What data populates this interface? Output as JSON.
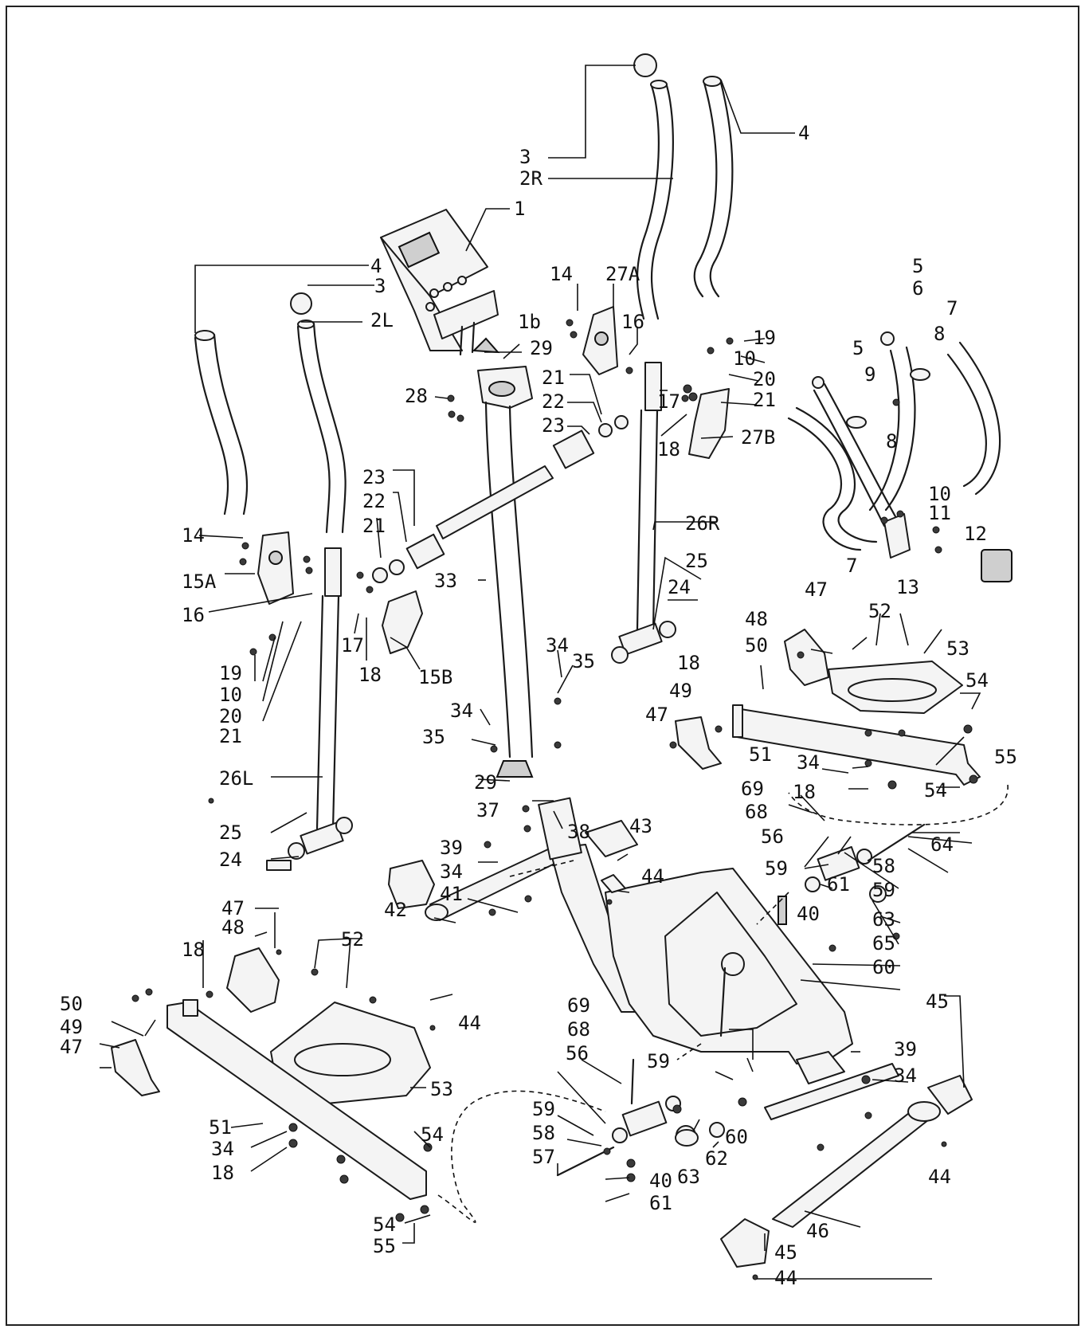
{
  "labels": {
    "l_1": "1",
    "l_1b": "1b",
    "l_2R": "2R",
    "l_2L": "2L",
    "l_3a": "3",
    "l_3b": "3",
    "l_4a": "4",
    "l_4b": "4",
    "l_5a": "5",
    "l_5b": "5",
    "l_6": "6",
    "l_7a": "7",
    "l_7b": "7",
    "l_8a": "8",
    "l_8b": "8",
    "l_9": "9",
    "l_10a": "10",
    "l_10b": "10",
    "l_10c": "10",
    "l_11": "11",
    "l_12": "12",
    "l_13": "13",
    "l_14a": "14",
    "l_14b": "14",
    "l_15A": "15A",
    "l_15B": "15B",
    "l_16a": "16",
    "l_16b": "16",
    "l_17a": "17",
    "l_17b": "17",
    "l_18a": "18",
    "l_18b": "18",
    "l_18c": "18",
    "l_18d": "18",
    "l_18e": "18",
    "l_18f": "18",
    "l_19a": "19",
    "l_19b": "19",
    "l_20a": "20",
    "l_20b": "20",
    "l_21a": "21",
    "l_21b": "21",
    "l_21c": "21",
    "l_21d": "21",
    "l_22a": "22",
    "l_22b": "22",
    "l_23a": "23",
    "l_23b": "23",
    "l_24a": "24",
    "l_24b": "24",
    "l_25a": "25",
    "l_25b": "25",
    "l_26R": "26R",
    "l_26L": "26L",
    "l_27A": "27A",
    "l_27B": "27B",
    "l_28": "28",
    "l_29a": "29",
    "l_29b": "29",
    "l_33": "33",
    "l_34a": "34",
    "l_34b": "34",
    "l_34c": "34",
    "l_34d": "34",
    "l_34e": "34",
    "l_34f": "34",
    "l_35a": "35",
    "l_35b": "35",
    "l_37": "37",
    "l_38": "38",
    "l_39a": "39",
    "l_39b": "39",
    "l_40a": "40",
    "l_40b": "40",
    "l_41": "41",
    "l_42": "42",
    "l_43": "43",
    "l_44a": "44",
    "l_44b": "44",
    "l_44c": "44",
    "l_44d": "44",
    "l_45a": "45",
    "l_45b": "45",
    "l_46": "46",
    "l_47a": "47",
    "l_47b": "47",
    "l_47c": "47",
    "l_47d": "47",
    "l_48a": "48",
    "l_48b": "48",
    "l_49a": "49",
    "l_49b": "49",
    "l_50a": "50",
    "l_50b": "50",
    "l_51a": "51",
    "l_51b": "51",
    "l_52a": "52",
    "l_52b": "52",
    "l_53a": "53",
    "l_53b": "53",
    "l_54a": "54",
    "l_54b": "54",
    "l_54c": "54",
    "l_54d": "54",
    "l_55a": "55",
    "l_55b": "55",
    "l_56a": "56",
    "l_56b": "56",
    "l_57": "57",
    "l_58a": "58",
    "l_58b": "58",
    "l_59a": "59",
    "l_59b": "59",
    "l_59c": "59",
    "l_59d": "59",
    "l_60a": "60",
    "l_60b": "60",
    "l_61a": "61",
    "l_61b": "61",
    "l_62": "62",
    "l_63a": "63",
    "l_63b": "63",
    "l_64": "64",
    "l_65": "65",
    "l_68a": "68",
    "l_68b": "68",
    "l_69a": "69",
    "l_69b": "69"
  }
}
